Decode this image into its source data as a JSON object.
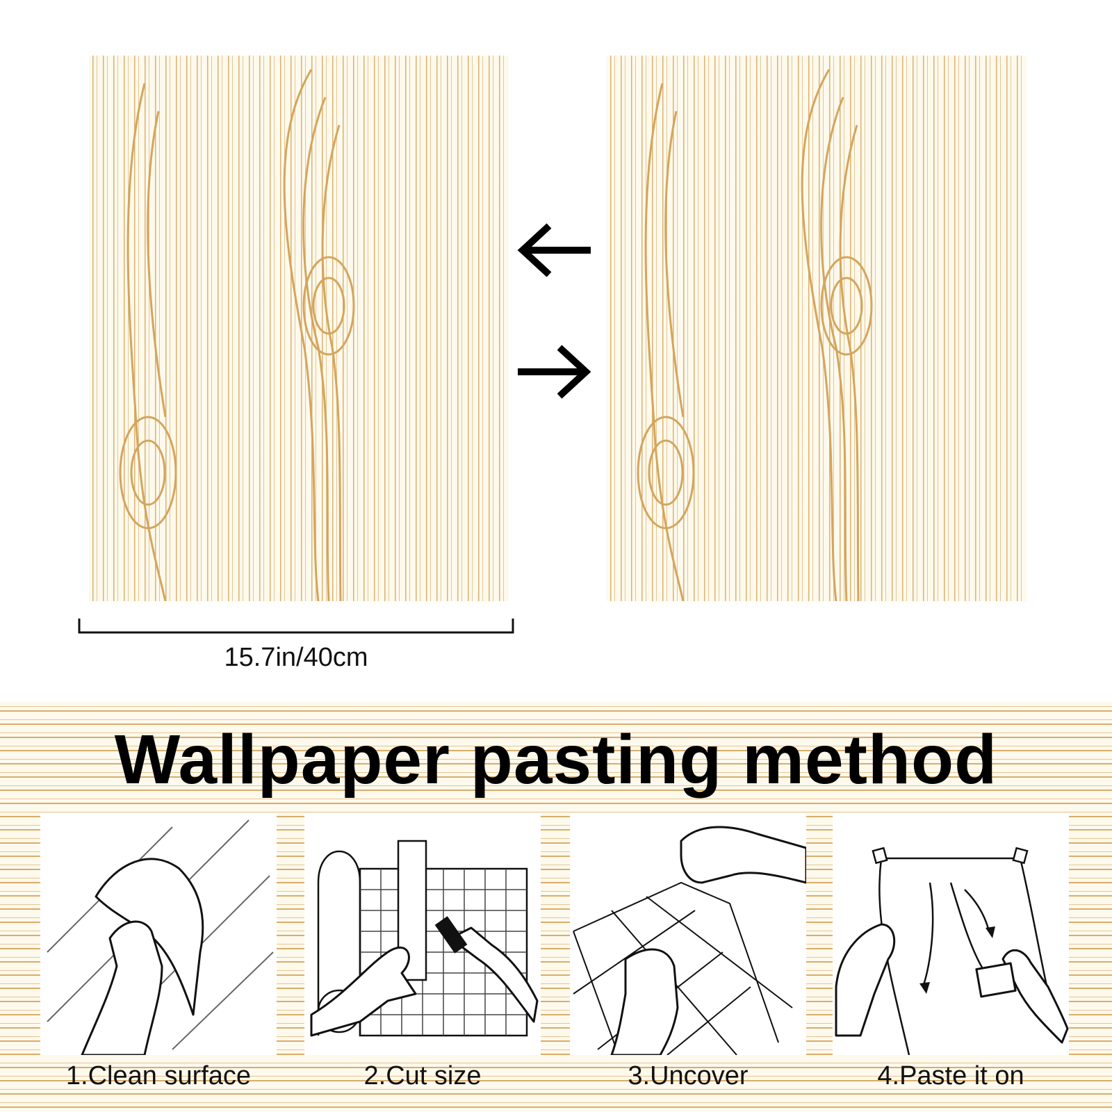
{
  "colors": {
    "wood_grain": "#d4a55c",
    "background": "#fdf9ec",
    "arrow": "#000000"
  },
  "dimension": {
    "width_label": "15.7in/40cm"
  },
  "icons": {
    "left_arrow": "arrow-left-icon",
    "right_arrow": "arrow-right-icon"
  },
  "method": {
    "title": "Wallpaper pasting method",
    "steps": [
      {
        "label": "1.Clean surface",
        "icon": "clean-surface-icon"
      },
      {
        "label": "2.Cut size",
        "icon": "cut-size-icon"
      },
      {
        "label": "3.Uncover",
        "icon": "uncover-icon"
      },
      {
        "label": "4.Paste it on",
        "icon": "paste-icon"
      }
    ]
  }
}
